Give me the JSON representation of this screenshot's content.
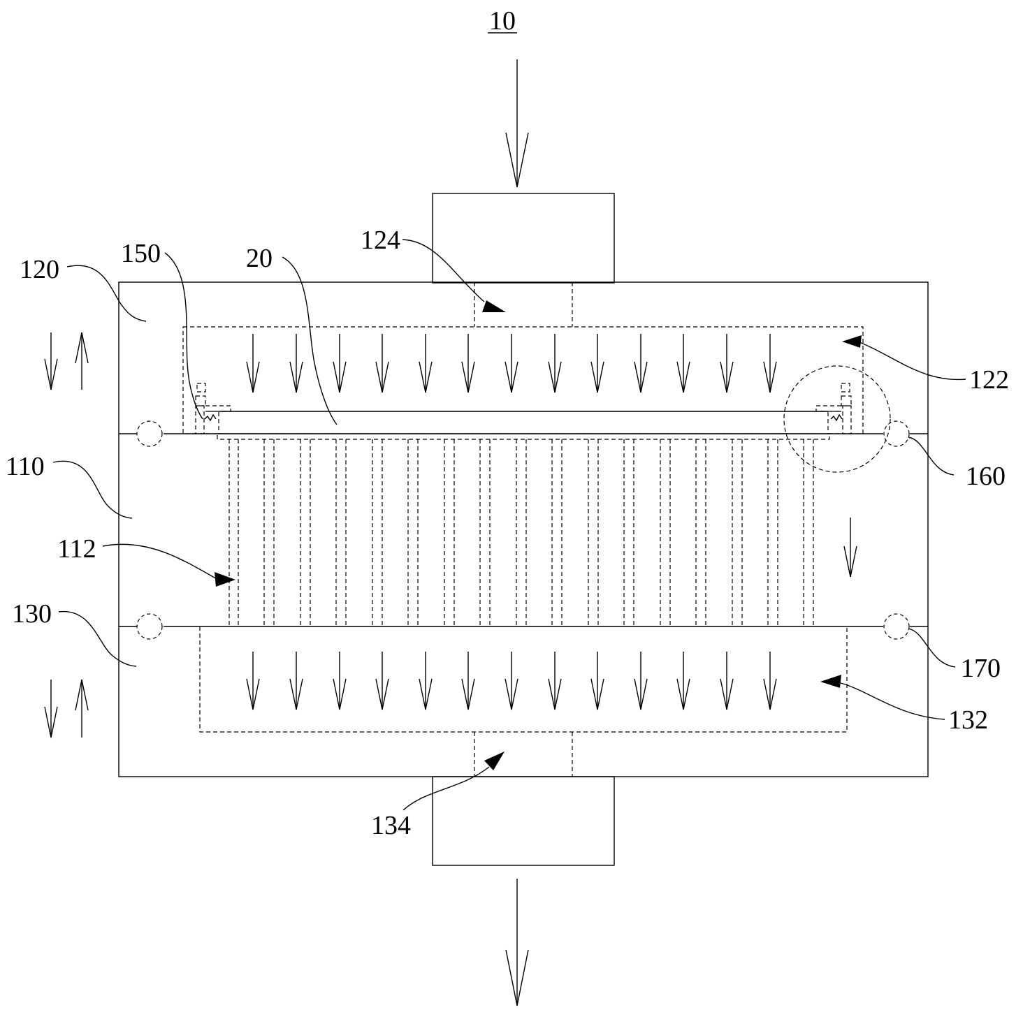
{
  "figure": {
    "title": "10",
    "labels": {
      "l120": "120",
      "l150": "150",
      "l20": "20",
      "l124": "124",
      "l122": "122",
      "l110": "110",
      "l160": "160",
      "l112": "112",
      "l130": "130",
      "l170": "170",
      "l132": "132",
      "l134": "134"
    }
  }
}
